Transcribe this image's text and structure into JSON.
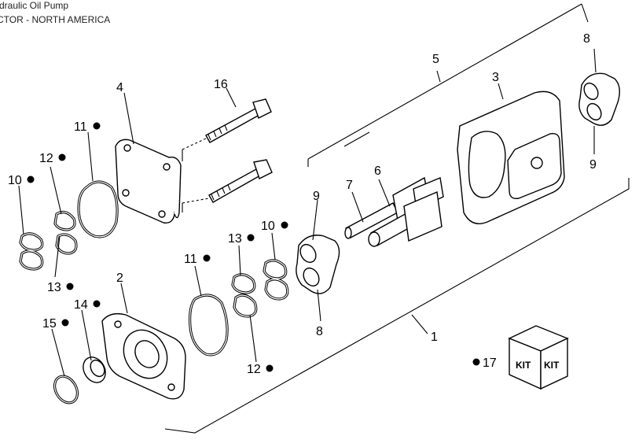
{
  "title": "ydraulic Oil Pump",
  "subtitle": "CTOR - NORTH AMERICA",
  "kit_box": {
    "face_text_left": "KIT",
    "face_text_right": "KIT"
  },
  "callouts": [
    {
      "id": "c1",
      "text": "1",
      "dot": false
    },
    {
      "id": "c2",
      "text": "2",
      "dot": false
    },
    {
      "id": "c3",
      "text": "3",
      "dot": false
    },
    {
      "id": "c4",
      "text": "4",
      "dot": false
    },
    {
      "id": "c5",
      "text": "5",
      "dot": false
    },
    {
      "id": "c6",
      "text": "6",
      "dot": false
    },
    {
      "id": "c7",
      "text": "7",
      "dot": false
    },
    {
      "id": "c8a",
      "text": "8",
      "dot": false
    },
    {
      "id": "c8b",
      "text": "8",
      "dot": false
    },
    {
      "id": "c9a",
      "text": "9",
      "dot": false
    },
    {
      "id": "c9b",
      "text": "9",
      "dot": false
    },
    {
      "id": "c10a",
      "text": "10",
      "dot": true
    },
    {
      "id": "c10b",
      "text": "10",
      "dot": true
    },
    {
      "id": "c11a",
      "text": "11",
      "dot": true
    },
    {
      "id": "c11b",
      "text": "11",
      "dot": true
    },
    {
      "id": "c12a",
      "text": "12",
      "dot": true
    },
    {
      "id": "c12b",
      "text": "12",
      "dot": true
    },
    {
      "id": "c13a",
      "text": "13",
      "dot": true
    },
    {
      "id": "c13b",
      "text": "13",
      "dot": true
    },
    {
      "id": "c14",
      "text": "14",
      "dot": true
    },
    {
      "id": "c15",
      "text": "15",
      "dot": true
    },
    {
      "id": "c16",
      "text": "16",
      "dot": false
    },
    {
      "id": "c17",
      "text": "17",
      "dot": true
    }
  ]
}
